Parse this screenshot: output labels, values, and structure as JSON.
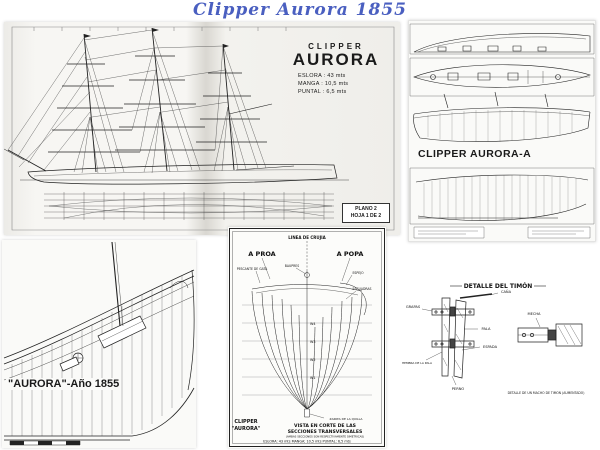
{
  "page": {
    "title": "Clipper Aurora 1855"
  },
  "elevation": {
    "title_small": "CLIPPER",
    "title_big": "AURORA",
    "specs": [
      "ESLORA : 43 mts",
      "MANGA : 10,5 mts",
      "PUNTAL : 6,5 mts"
    ],
    "plan_box": [
      "PLANO 2",
      "HOJA 1 DE 2"
    ]
  },
  "deck_plan": {
    "title": "CLIPPER AURORA-A"
  },
  "stern_detail": {
    "title": "\"AURORA\"-Año 1855"
  },
  "body_plan": {
    "linea_crujia": "LINEA DE CRUJIA",
    "a_proa": "A PROA",
    "a_popa": "A POPA",
    "pescante": "PESCANTE DE GATA",
    "baupres": "BAUPRES",
    "espejo": "ESPEJO",
    "escuadras": "ESCUADRAS",
    "quilla": "ZAPATA DE LA QUILLA",
    "clipper": "CLIPPER",
    "aurora": "\"AURORA\"",
    "vista_line1": "VISTA EN CORTE DE LAS",
    "vista_line2": "SECCIONES TRANSVERSALES",
    "vista_note": "(AMBAS SECCIONES SON RESPECTIVAMENTE SIMETRICAS)",
    "footer": "ESLORA: 43 mts   MANGA: 10,5 mts   PUNTAL: 6,5 mts",
    "waterlines": [
      "W1",
      "W2",
      "W3",
      "W4"
    ]
  },
  "rudder": {
    "title": "DETALLE DEL TIMÓN",
    "grapas": "GRAPAS",
    "hembra": "HEMBRA DE LA PALA",
    "cana": "CAÑA",
    "pala": "PALA",
    "espada": "ESPADA",
    "perno": "PERNO",
    "mecha": "MECHA",
    "caption": "DETALLE DE UN MACHO DE TIMON (AUMENTADO)"
  },
  "colors": {
    "title_blue": "#4a5fc0",
    "ink": "#1a1a1a",
    "paper": "#f5f4f0"
  }
}
